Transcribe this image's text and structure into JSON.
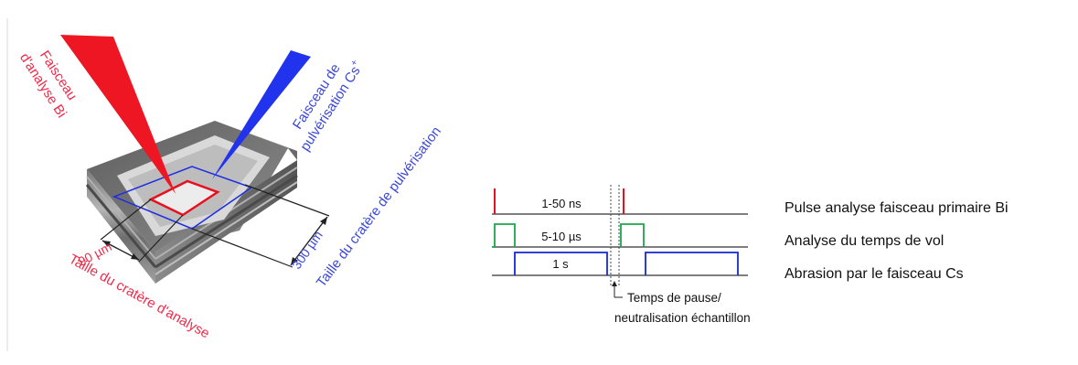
{
  "labels": {
    "beam_bi_line1": "Faisceau",
    "beam_bi_line2": "d'analyse Bi",
    "beam_cs_line1": "Faisceau de",
    "beam_cs_line2": "pulvérisation Cs",
    "beam_cs_sup": "+",
    "dim_small": "90 µm",
    "dim_large": "300 µm",
    "crater_analysis": "Taille du cratère d'analyse",
    "crater_sputter": "Taille du cratère de pulvérisation"
  },
  "timing": {
    "row1_label": "1-50 ns",
    "row2_label": "5-10 µs",
    "row3_label": "1 s",
    "pause_line1": "Temps de pause/",
    "pause_line2": "neutralisation échantillon"
  },
  "legend": {
    "row1": "Pulse analyse faisceau primaire Bi",
    "row2": "Analyse du temps de vol",
    "row3": "Abrasion par le faisceau Cs"
  },
  "colors": {
    "red": "#e8101e",
    "blue": "#1428d8",
    "green": "#1aa84a",
    "pink_text": "#ee2a4a",
    "blue_text": "#3a48d8"
  }
}
